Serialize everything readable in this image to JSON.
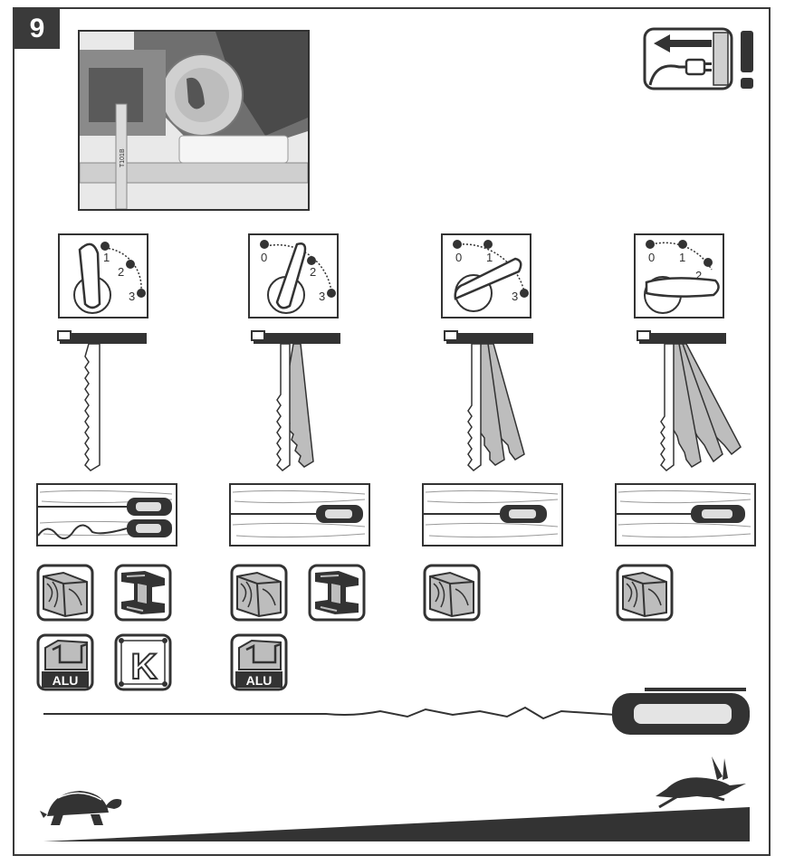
{
  "step_number": "9",
  "selector_labels": {
    "zero": "0",
    "one": "1",
    "two": "2",
    "three": "3"
  },
  "material_labels": {
    "aluminium": "ALU",
    "plastic": "K"
  },
  "photo": {
    "blade_text": "T101B"
  },
  "colors": {
    "ink": "#333333",
    "blade": "#bdbdbd",
    "light": "#d8d8d8"
  },
  "icons": {
    "warning": "unplug-warning-icon",
    "wood": "wood-material-icon",
    "steel": "steel-beam-icon",
    "aluminium": "aluminium-profile-icon",
    "plastic": "plastic-material-icon",
    "slow": "tortoise-icon",
    "fast": "hare-icon"
  }
}
